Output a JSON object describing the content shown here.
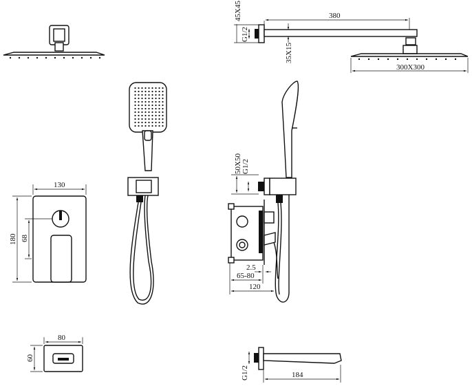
{
  "dimensions": {
    "flange_size": "45X45",
    "arm_thread": "G1/2",
    "arm_length": "380",
    "arm_section": "35X15",
    "head_size": "300X300",
    "plate_width": "130",
    "plate_height": "180",
    "knob_offset": "68",
    "holder_size": "50X50",
    "holder_thread": "G1/2",
    "plate_gap": "2.5",
    "wall_depth": "65-80",
    "valve_depth": "120",
    "spout_width": "80",
    "spout_height": "60",
    "spout_thread": "G1/2",
    "spout_length": "184"
  }
}
